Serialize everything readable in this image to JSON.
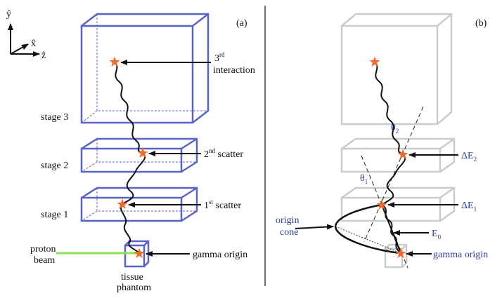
{
  "colors": {
    "stage_box_a": "#5a63c8",
    "stage_box_b": "#c9cccb",
    "star": "#ee6a2a",
    "proton_beam": "#8be04e",
    "path": "#111111",
    "blue_text": "#2b3fa8"
  },
  "axes": {
    "y": "ŷ",
    "x": "x̂",
    "z": "ẑ"
  },
  "panel_a": {
    "tag": "(a)",
    "stage3": "stage 3",
    "stage2": "stage 2",
    "stage1": "stage 1",
    "interaction_num": "3",
    "interaction_sup": "rd",
    "interaction_word": "interaction",
    "scatter2_num": "2",
    "scatter2_sup": "nd",
    "scatter2_word": " scatter",
    "scatter1_num": "1",
    "scatter1_sup": "st",
    "scatter1_word": " scatter",
    "gamma_origin": "gamma origin",
    "proton_line1": "proton",
    "proton_line2": "beam",
    "tissue_line1": "tissue",
    "tissue_line2": "phantom"
  },
  "panel_b": {
    "tag": "(b)",
    "theta2": "θ",
    "theta2_sub": "2",
    "theta1": "θ",
    "theta1_sub": "1",
    "dE2": "ΔE",
    "dE2_sub": "2",
    "dE1": "ΔE",
    "dE1_sub": "1",
    "E0": "E",
    "E0_sub": "0",
    "cone_line1": "origin",
    "cone_line2": "cone",
    "gamma_origin": "gamma origin"
  }
}
